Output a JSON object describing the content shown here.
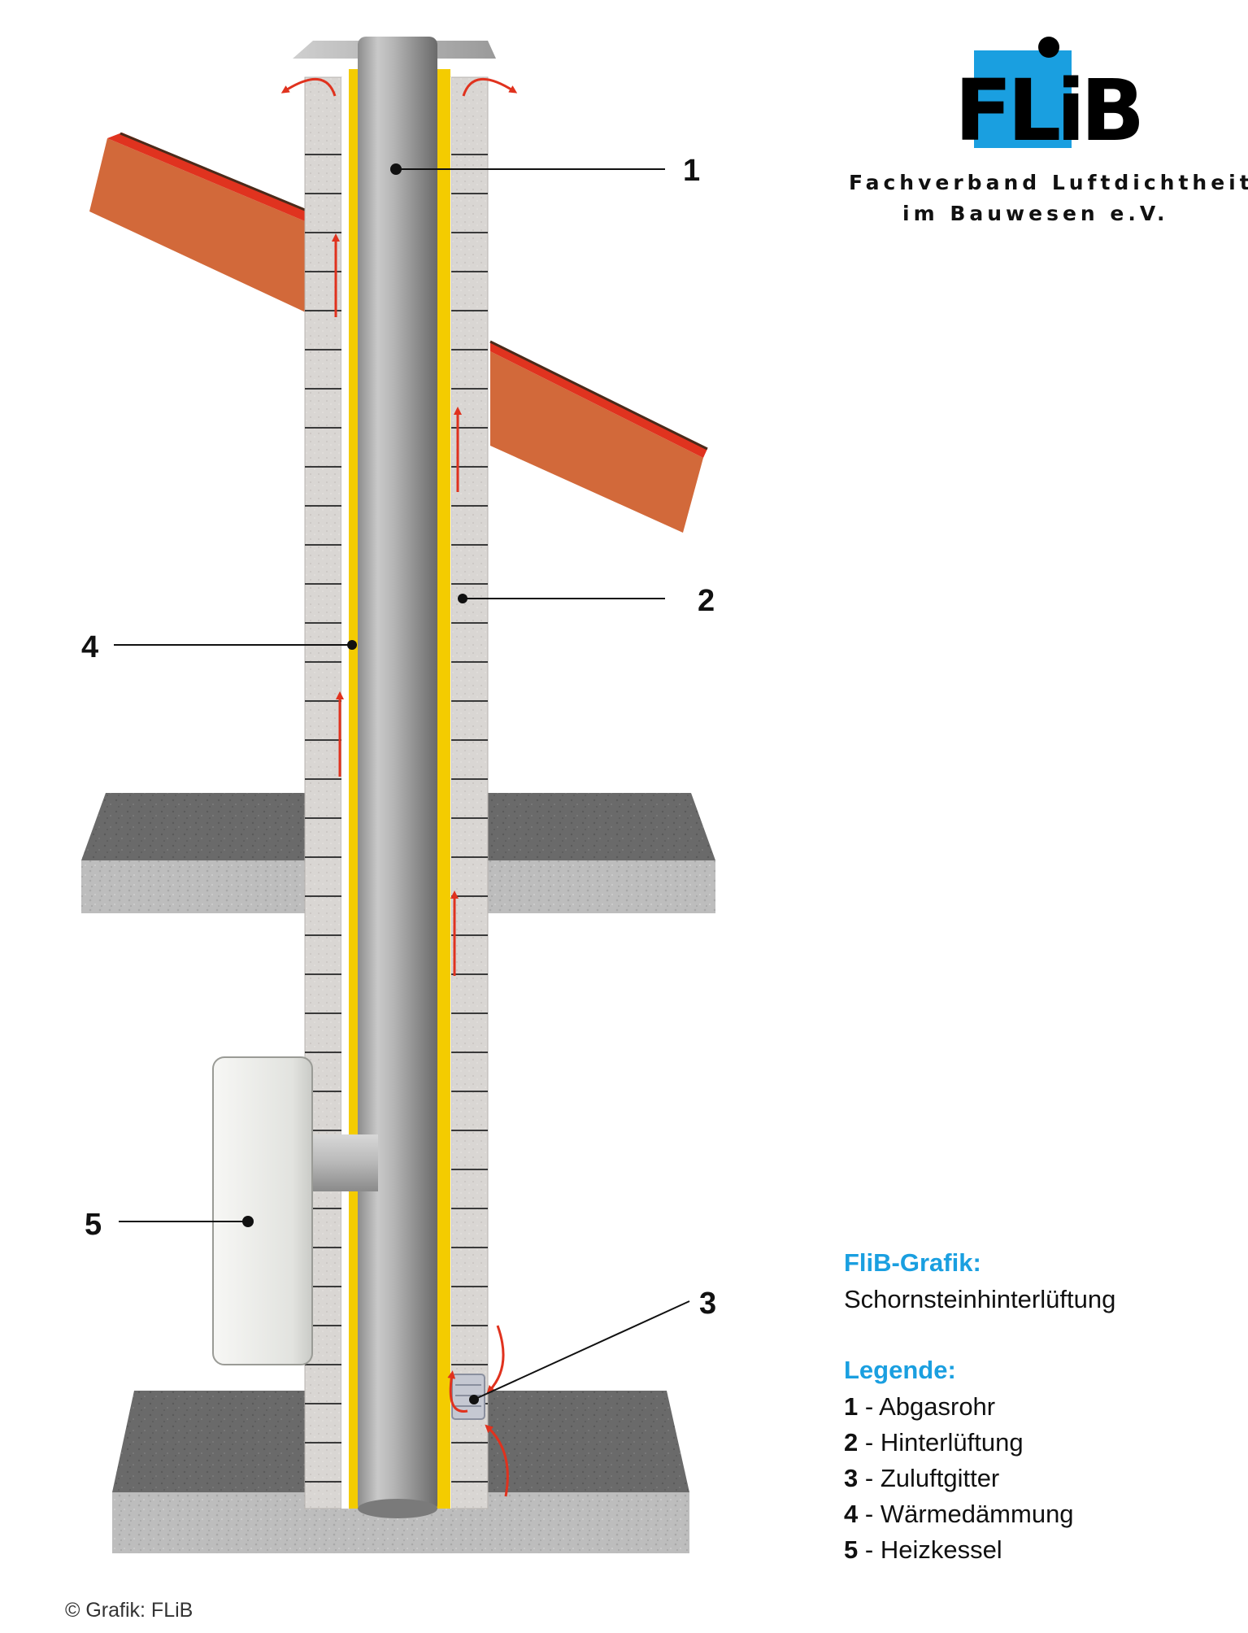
{
  "logo": {
    "letters": "FLiB",
    "line1": "Fachverband Luftdichtheit",
    "line2": "im Bauwesen e.V.",
    "colors": {
      "blue": "#1a9fe0",
      "black": "#000000"
    }
  },
  "callouts": [
    "1",
    "2",
    "3",
    "4",
    "5"
  ],
  "caption": {
    "title": "FliB-Grafik:",
    "subtitle": "Schornsteinhinterlüftung"
  },
  "legend": {
    "title": "Legende:",
    "items": [
      {
        "num": "1",
        "sep": " - ",
        "label": "Abgasrohr"
      },
      {
        "num": "2",
        "sep": " - ",
        "label": "Hinterlüftung"
      },
      {
        "num": "3",
        "sep": " - ",
        "label": "Zuluftgitter"
      },
      {
        "num": "4",
        "sep": " - ",
        "label": "Wärmedämmung"
      },
      {
        "num": "5",
        "sep": " - ",
        "label": "Heizkessel"
      }
    ]
  },
  "copyright": "© Grafik: FLiB",
  "colors": {
    "accent_blue": "#1a9fe0",
    "insulation_yellow": "#f4cc00",
    "arrow_red": "#e0321e",
    "roof_orange": "#d2693a",
    "concrete": "#666666"
  }
}
